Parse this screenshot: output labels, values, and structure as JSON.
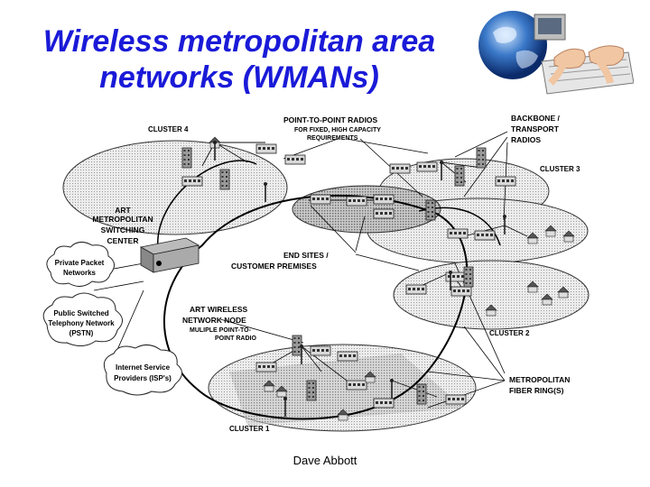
{
  "slide": {
    "title_line1": "Wireless metropolitan area",
    "title_line2": "networks (WMANs)",
    "footer": "Dave Abbott"
  },
  "diagram": {
    "clusters": {
      "c1": "CLUSTER 1",
      "c2": "CLUSTER 2",
      "c3": "CLUSTER 3",
      "c4": "CLUSTER 4"
    },
    "labels": {
      "ptp_1": "POINT-TO-POINT RADIOS",
      "ptp_2": "FOR FIXED, HIGH CAPACITY",
      "ptp_3": "REQUIREMENTS",
      "backbone_1": "BACKBONE /",
      "backbone_2": "TRANSPORT",
      "backbone_3": "RADIOS",
      "art_center_1": "ART",
      "art_center_2": "METROPOLITAN",
      "art_center_3": "SWITCHING",
      "art_center_4": "CENTER",
      "end_sites_1": "END SITES /",
      "end_sites_2": "CUSTOMER PREMISES",
      "art_node_1": "ART WIRELESS",
      "art_node_2": "NETWORK NODE",
      "art_node_3": "MULIPLE POINT-TO-",
      "art_node_4": "POINT RADIO",
      "fiber_1": "METROPOLITAN",
      "fiber_2": "FIBER RING(S)"
    },
    "clouds": {
      "packet_1": "Private Packet",
      "packet_2": "Networks",
      "pstn_1": "Public Switched",
      "pstn_2": "Telephony Network",
      "pstn_3": "(PSTN)",
      "isp_1": "Internet Service",
      "isp_2": "Providers (ISP's)"
    }
  }
}
